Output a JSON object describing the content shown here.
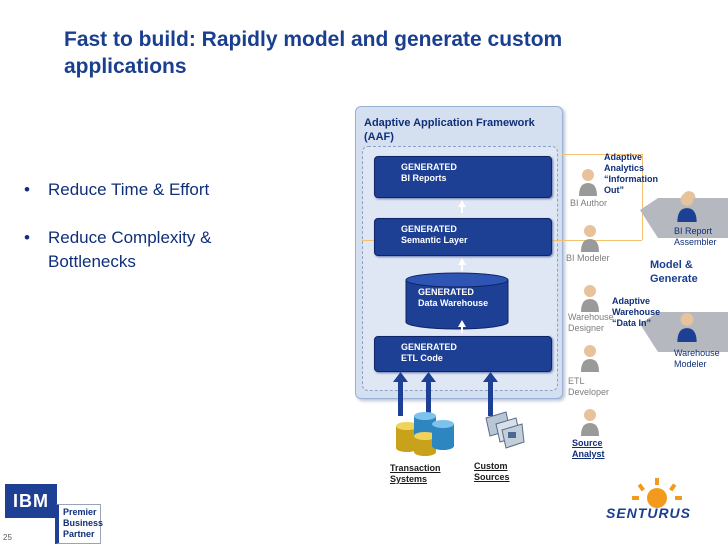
{
  "slide": {
    "title": "Fast to build: Rapidly model and generate custom applications",
    "page_number": "25"
  },
  "bullets": [
    "Reduce Time & Effort",
    "Reduce Complexity & Bottlenecks"
  ],
  "aaf": {
    "title": "Adaptive Application Framework (AAF)",
    "boxes": {
      "bi_reports": {
        "line1": "GENERATED",
        "line2": "BI Reports"
      },
      "semantic_layer": {
        "line1": "GENERATED",
        "line2": "Semantic Layer"
      },
      "data_warehouse": {
        "line1": "GENERATED",
        "line2": "Data Warehouse"
      },
      "etl_code": {
        "line1": "GENERATED",
        "line2": "ETL Code"
      }
    }
  },
  "roles": {
    "bi_author": "BI Author",
    "bi_modeler": "BI Modeler",
    "warehouse_designer_1": "Warehouse",
    "warehouse_designer_2": "Designer",
    "etl_developer_1": "ETL",
    "etl_developer_2": "Developer",
    "source_analyst_1": "Source",
    "source_analyst_2": "Analyst",
    "bi_report_assembler_1": "BI Report",
    "bi_report_assembler_2": "Assembler",
    "warehouse_modeler_1": "Warehouse",
    "warehouse_modeler_2": "Modeler"
  },
  "callouts": {
    "analytics_1": "Adaptive",
    "analytics_2": "Analytics",
    "analytics_3": "“Information",
    "analytics_4": "Out”",
    "warehouse_1": "Adaptive",
    "warehouse_2": "Warehouse",
    "warehouse_3": "“Data In”"
  },
  "model_generate": {
    "line1": "Model &",
    "line2": "Generate"
  },
  "sources": {
    "transaction_1": "Transaction",
    "transaction_2": "Systems",
    "custom_1": "Custom",
    "custom_2": "Sources"
  },
  "logos": {
    "ibm": "IBM",
    "partner_1": "Premier",
    "partner_2": "Business",
    "partner_3": "Partner",
    "senturus": "SENTURUS"
  },
  "colors": {
    "title_blue": "#1b3f8f",
    "box_blue": "#1d3f94",
    "panel_bg": "#d4dff0",
    "role_line_orange": "#f2c170",
    "chevron_gray": "#b5b8bf"
  }
}
